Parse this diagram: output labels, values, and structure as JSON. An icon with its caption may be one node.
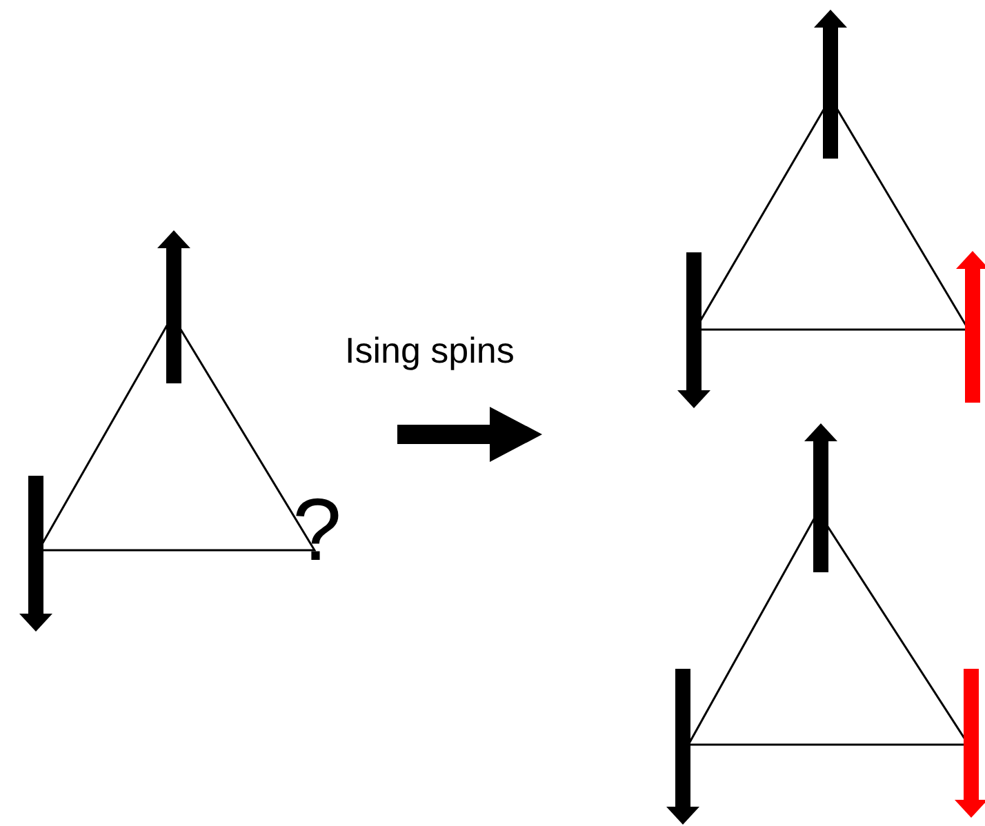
{
  "diagram": {
    "nodes": [
      {
        "text": [],
        "shape": "triangle"
      },
      {
        "text": [],
        "shape": "triangle"
      },
      {
        "text": [],
        "shape": "triangle"
      }
    ],
    "labels": [
      "Ising spins",
      "?"
    ]
  }
}
